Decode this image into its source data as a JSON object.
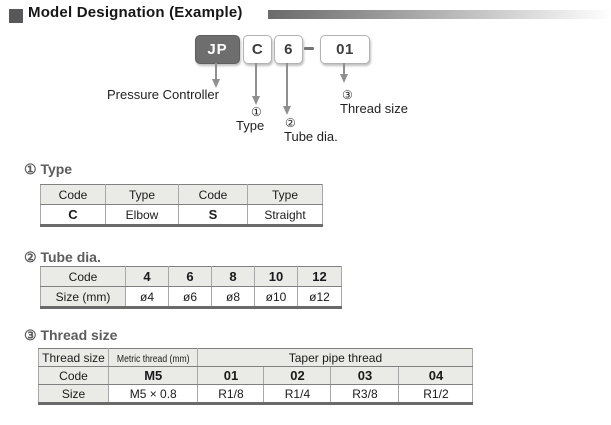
{
  "header": {
    "title": "Model Designation (Example)"
  },
  "model_code": {
    "box_jp": "JP",
    "box_type": "C",
    "box_tube": "6",
    "separator": "-",
    "box_thread": "01",
    "label_jp": "Pressure Controller",
    "num_type": "①",
    "label_type": "Type",
    "num_tube": "②",
    "label_tube": "Tube dia.",
    "num_thread": "③",
    "label_thread": "Thread size"
  },
  "type_section": {
    "heading": "① Type",
    "table": {
      "h_code1": "Code",
      "h_type1": "Type",
      "h_code2": "Code",
      "h_type2": "Type",
      "code1": "C",
      "type1": "Elbow",
      "code2": "S",
      "type2": "Straight"
    }
  },
  "tube_section": {
    "heading": "② Tube dia.",
    "table": {
      "h_code": "Code",
      "codes": [
        "4",
        "6",
        "8",
        "10",
        "12"
      ],
      "h_size": "Size (mm)",
      "sizes": [
        "ø4",
        "ø6",
        "ø8",
        "ø10",
        "ø12"
      ]
    }
  },
  "thread_section": {
    "heading": "③ Thread size",
    "table": {
      "h_thread_size": "Thread size",
      "h_metric": "Metric thread (mm)",
      "h_taper": "Taper pipe thread",
      "h_code": "Code",
      "codes": [
        "M5",
        "01",
        "02",
        "03",
        "04"
      ],
      "h_size": "Size",
      "sizes": [
        "M5 × 0.8",
        "R1/8",
        "R1/4",
        "R3/8",
        "R1/2"
      ]
    }
  },
  "colors": {
    "dark_box": "#6e6e6e",
    "header_square": "#58585a",
    "table_header_bg": "#eaeae6",
    "arrow_gray": "#8f8f8f",
    "heading_gray": "#5c5c5c"
  }
}
